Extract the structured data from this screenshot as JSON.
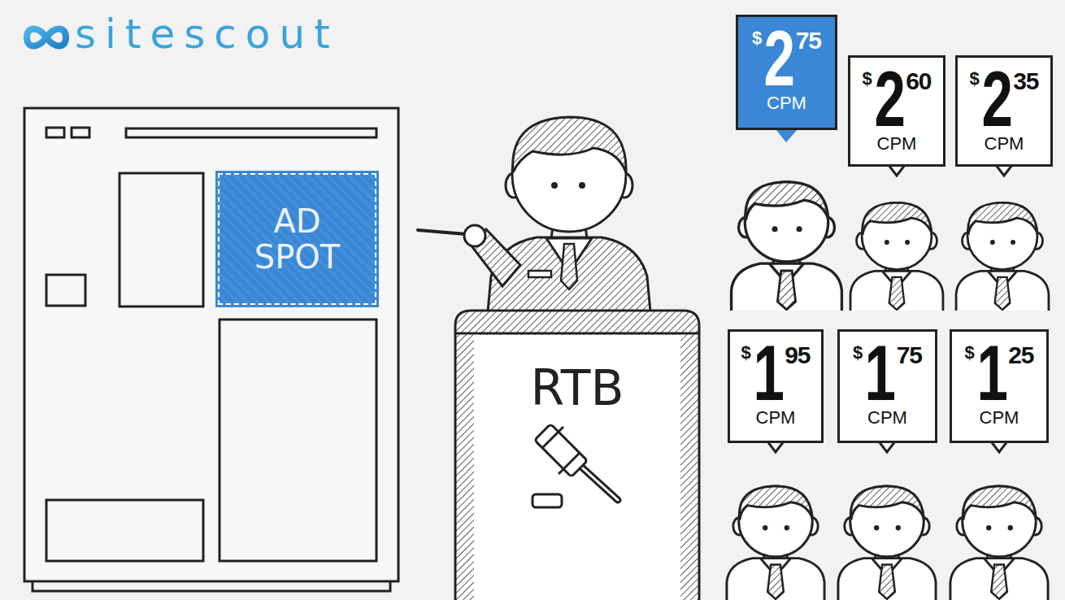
{
  "diagram": {
    "nodes": [
      {
        "text": [
          "AD SPOT"
        ]
      },
      {
        "text": [
          "RTB"
        ]
      },
      {
        "text": [
          "$",
          "2",
          "75",
          "CPM"
        ]
      },
      {
        "text": [
          "$",
          "2",
          "60",
          "CPM"
        ]
      },
      {
        "text": [
          "$",
          "2",
          "35",
          "CPM"
        ]
      },
      {
        "text": [
          "$",
          "1",
          "95",
          "CPM"
        ]
      },
      {
        "text": [
          "$",
          "1",
          "75",
          "CPM"
        ]
      },
      {
        "text": [
          "$",
          "1",
          "25",
          "CPM"
        ]
      }
    ],
    "labels": [
      "sitescout"
    ]
  }
}
